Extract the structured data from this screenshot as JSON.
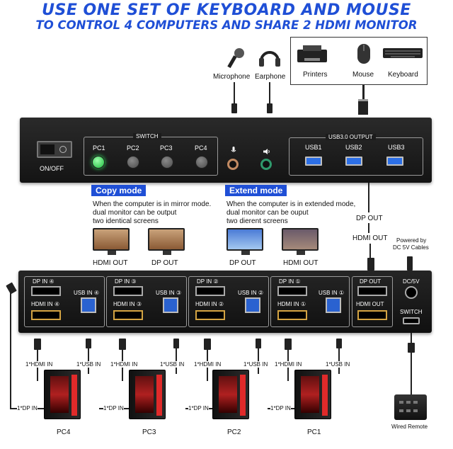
{
  "title": {
    "line1": "USE ONE SET OF KEYBOARD AND MOUSE",
    "line2": "TO CONTROL 4 COMPUTERS AND SHARE 2 HDMI MONITOR"
  },
  "peripherals": {
    "microphone": "Microphone",
    "earphone": "Earphone",
    "printers": "Printers",
    "mouse": "Mouse",
    "keyboard": "Keyboard"
  },
  "top_panel": {
    "onoff": "ON/OFF",
    "switch_label": "SWITCH",
    "pc_buttons": [
      "PC1",
      "PC2",
      "PC3",
      "PC4"
    ],
    "usb_label": "USB3.0 OUTPUT",
    "usb_ports": [
      "USB1",
      "USB2",
      "USB3"
    ]
  },
  "copy_mode": {
    "label": "Copy mode",
    "desc1": "When the computer is in mirror mode.",
    "desc2": "dual monitor can be output",
    "desc3": "two identical screens",
    "out1": "HDMI OUT",
    "out2": "DP OUT"
  },
  "extend_mode": {
    "label": "Extend mode",
    "desc1": "When the computer is in extended mode,",
    "desc2": "dual monitor can be ouput",
    "desc3": "two dierent screens",
    "out1": "DP OUT",
    "out2": "HDMI OUT"
  },
  "right_labels": {
    "dp_out": "DP OUT",
    "hdmi_out": "HDMI OUT",
    "powered_by": "Powered by",
    "dc_cables": "DC 5V Cables"
  },
  "bottom_panel": {
    "segments": [
      {
        "dp": "DP IN ④",
        "hdmi": "HDMI IN ④",
        "usb": "USB IN ④"
      },
      {
        "dp": "DP IN ③",
        "hdmi": "HDMI IN ③",
        "usb": "USB IN ③"
      },
      {
        "dp": "DP IN ②",
        "hdmi": "HDMI IN ②",
        "usb": "USB IN ②"
      },
      {
        "dp": "DP IN ①",
        "hdmi": "HDMI IN ①",
        "usb": "USB IN ①"
      }
    ],
    "out_dp": "DP OUT",
    "out_hdmi": "HDMI OUT",
    "dc": "DC/5V",
    "switch": "SWITCH"
  },
  "computers": [
    {
      "name": "PC4",
      "hdmi": "1*HDMI IN",
      "usb": "1*USB IN",
      "dp": "1*DP IN"
    },
    {
      "name": "PC3",
      "hdmi": "1*HDMI IN",
      "usb": "1*USB IN",
      "dp": "1*DP IN"
    },
    {
      "name": "PC2",
      "hdmi": "1*HDMI IN",
      "usb": "1*USB IN",
      "dp": "1*DP IN"
    },
    {
      "name": "PC1",
      "hdmi": "1*HDMI IN",
      "usb": "1*USB IN",
      "dp": "1*DP IN"
    }
  ],
  "remote": "Wired Remote",
  "colors": {
    "accent": "#1f4fd6",
    "led_green": "#1bbb3c",
    "usb_blue": "#2c6fe6"
  }
}
